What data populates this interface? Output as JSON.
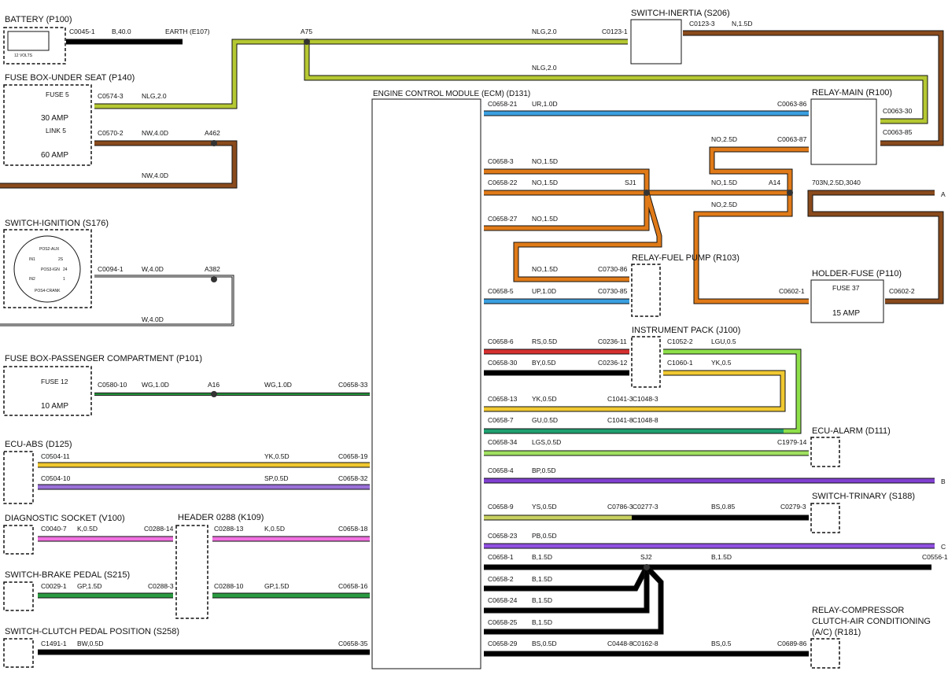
{
  "components": {
    "battery": {
      "title": "BATTERY (P100)",
      "note": "12 VOLTS"
    },
    "fusebox_under_seat": {
      "title": "FUSE BOX-UNDER SEAT (P140)",
      "fuse1_name": "FUSE 5",
      "fuse1_amp": "30 AMP",
      "fuse2_name": "LINK 5",
      "fuse2_amp": "60 AMP"
    },
    "switch_ignition": {
      "title": "SWITCH-IGNITION (S176)",
      "pos_aux": "POS2-AUX",
      "pos_ign": "POS3-IGN",
      "pos_crank": "POS4-CRANK",
      "p_in1": "IN1",
      "p_in2": "IN2",
      "p_25": "2S",
      "p_24": "24",
      "p_1": "1"
    },
    "fusebox_passenger": {
      "title": "FUSE BOX-PASSENGER COMPARTMENT (P101)",
      "fuse_name": "FUSE 12",
      "fuse_amp": "10 AMP"
    },
    "ecu_abs": {
      "title": "ECU-ABS (D125)"
    },
    "diag_socket": {
      "title": "DIAGNOSTIC SOCKET (V100)"
    },
    "header_0288": {
      "title": "HEADER 0288 (K109)"
    },
    "switch_brake": {
      "title": "SWITCH-BRAKE PEDAL (S215)"
    },
    "switch_clutch": {
      "title": "SWITCH-CLUTCH PEDAL POSITION (S258)"
    },
    "ecm": {
      "title": "ENGINE CONTROL MODULE (ECM) (D131)"
    },
    "switch_inertia": {
      "title": "SWITCH-INERTIA (S206)"
    },
    "relay_main": {
      "title": "RELAY-MAIN (R100)"
    },
    "relay_fuel_pump": {
      "title": "RELAY-FUEL PUMP (R103)"
    },
    "holder_fuse": {
      "title": "HOLDER-FUSE (P110)",
      "fuse_name": "FUSE 37",
      "fuse_amp": "15 AMP"
    },
    "instrument_pack": {
      "title": "INSTRUMENT PACK (J100)"
    },
    "ecu_alarm": {
      "title": "ECU-ALARM (D111)"
    },
    "switch_trinary": {
      "title": "SWITCH-TRINARY (S188)"
    },
    "relay_compressor": {
      "title1": "RELAY-COMPRESSOR",
      "title2": "CLUTCH-AIR CONDITIONING",
      "title3": "(A/C) (R181)"
    }
  },
  "labels": [
    {
      "id": "l1",
      "text": "C0045-1"
    },
    {
      "id": "l2",
      "text": "B,40.0"
    },
    {
      "id": "l3",
      "text": "EARTH (E107)"
    },
    {
      "id": "l4",
      "text": "A75"
    },
    {
      "id": "l5",
      "text": "NLG,2.0"
    },
    {
      "id": "l6",
      "text": "C0123-1"
    },
    {
      "id": "l7",
      "text": "C0123-3"
    },
    {
      "id": "l8",
      "text": "N,1.5D"
    },
    {
      "id": "l9",
      "text": "NLG,2.0"
    },
    {
      "id": "l10",
      "text": "C0574-3"
    },
    {
      "id": "l11",
      "text": "NLG,2.0"
    },
    {
      "id": "l12",
      "text": "C0570-2"
    },
    {
      "id": "l13",
      "text": "NW,4.0D"
    },
    {
      "id": "l14",
      "text": "A462"
    },
    {
      "id": "l15",
      "text": "NW,4.0D"
    },
    {
      "id": "l16",
      "text": "C0094-1"
    },
    {
      "id": "l17",
      "text": "W,4.0D"
    },
    {
      "id": "l18",
      "text": "A382"
    },
    {
      "id": "l19",
      "text": "W,4.0D"
    },
    {
      "id": "l20",
      "text": "C0580-10"
    },
    {
      "id": "l21",
      "text": "WG,1.0D"
    },
    {
      "id": "l22",
      "text": "A16"
    },
    {
      "id": "l23",
      "text": "WG,1.0D"
    },
    {
      "id": "l24",
      "text": "C0658-33"
    },
    {
      "id": "l25",
      "text": "C0504-11"
    },
    {
      "id": "l26",
      "text": "YK,0.5D"
    },
    {
      "id": "l27",
      "text": "C0658-19"
    },
    {
      "id": "l28",
      "text": "C0504-10"
    },
    {
      "id": "l29",
      "text": "SP,0.5D"
    },
    {
      "id": "l30",
      "text": "C0658-32"
    },
    {
      "id": "l31",
      "text": "C0040-7"
    },
    {
      "id": "l32",
      "text": "K,0.5D"
    },
    {
      "id": "l33",
      "text": "C0288-14"
    },
    {
      "id": "l34",
      "text": "C0288-13"
    },
    {
      "id": "l35",
      "text": "K,0.5D"
    },
    {
      "id": "l36",
      "text": "C0658-18"
    },
    {
      "id": "l37",
      "text": "C0029-1"
    },
    {
      "id": "l38",
      "text": "GP,1.5D"
    },
    {
      "id": "l39",
      "text": "C0288-3"
    },
    {
      "id": "l40",
      "text": "C0288-10"
    },
    {
      "id": "l41",
      "text": "GP,1.5D"
    },
    {
      "id": "l42",
      "text": "C0658-16"
    },
    {
      "id": "l43",
      "text": "C1491-1"
    },
    {
      "id": "l44",
      "text": "BW,0.5D"
    },
    {
      "id": "l45",
      "text": "C0658-35"
    },
    {
      "id": "l46",
      "text": "C0658-21"
    },
    {
      "id": "l47",
      "text": "UR,1.0D"
    },
    {
      "id": "l48",
      "text": "C0063-86"
    },
    {
      "id": "l49",
      "text": "C0063-30"
    },
    {
      "id": "l50",
      "text": "C0063-85"
    },
    {
      "id": "l51",
      "text": "NO,2.5D"
    },
    {
      "id": "l52",
      "text": "C0063-87"
    },
    {
      "id": "l53",
      "text": "C0658-3"
    },
    {
      "id": "l54",
      "text": "NO,1.5D"
    },
    {
      "id": "l55",
      "text": "C0658-22"
    },
    {
      "id": "l56",
      "text": "NO,1.5D"
    },
    {
      "id": "l57",
      "text": "SJ1"
    },
    {
      "id": "l58",
      "text": "NO,1.5D"
    },
    {
      "id": "l59",
      "text": "A14"
    },
    {
      "id": "l60",
      "text": "703N,2.5D,3040"
    },
    {
      "id": "l61",
      "text": "NO,2.5D"
    },
    {
      "id": "l62",
      "text": "C0658-27"
    },
    {
      "id": "l63",
      "text": "NO,1.5D"
    },
    {
      "id": "l64",
      "text": "NO,1.5D"
    },
    {
      "id": "l65",
      "text": "C0730-86"
    },
    {
      "id": "l66",
      "text": "C0658-5"
    },
    {
      "id": "l67",
      "text": "UP,1.0D"
    },
    {
      "id": "l68",
      "text": "C0730-85"
    },
    {
      "id": "l69",
      "text": "C0602-1"
    },
    {
      "id": "l70",
      "text": "C0602-2"
    },
    {
      "id": "l71",
      "text": "C0658-6"
    },
    {
      "id": "l72",
      "text": "RS,0.5D"
    },
    {
      "id": "l73",
      "text": "C0236-11"
    },
    {
      "id": "l74",
      "text": "C1052-2"
    },
    {
      "id": "l75",
      "text": "LGU,0.5"
    },
    {
      "id": "l76",
      "text": "C0658-30"
    },
    {
      "id": "l77",
      "text": "BY,0.5D"
    },
    {
      "id": "l78",
      "text": "C0236-12"
    },
    {
      "id": "l79",
      "text": "C1060-1"
    },
    {
      "id": "l80",
      "text": "YK,0.5"
    },
    {
      "id": "l81",
      "text": "C0658-13"
    },
    {
      "id": "l82",
      "text": "YK,0.5D"
    },
    {
      "id": "l83",
      "text": "C1041-3"
    },
    {
      "id": "l84",
      "text": "C1048-3"
    },
    {
      "id": "l85",
      "text": "C0658-7"
    },
    {
      "id": "l86",
      "text": "GU,0.5D"
    },
    {
      "id": "l87",
      "text": "C1041-8"
    },
    {
      "id": "l88",
      "text": "C1048-8"
    },
    {
      "id": "l89",
      "text": "C0658-34"
    },
    {
      "id": "l90",
      "text": "LGS,0.5D"
    },
    {
      "id": "l91",
      "text": "C1979-14"
    },
    {
      "id": "l92",
      "text": "C0658-4"
    },
    {
      "id": "l93",
      "text": "BP,0.5D"
    },
    {
      "id": "l94",
      "text": "C0658-9"
    },
    {
      "id": "l95",
      "text": "YS,0.5D"
    },
    {
      "id": "l96",
      "text": "C0786-3"
    },
    {
      "id": "l97",
      "text": "C0277-3"
    },
    {
      "id": "l98",
      "text": "BS,0.85"
    },
    {
      "id": "l99",
      "text": "C0279-3"
    },
    {
      "id": "l100",
      "text": "C0658-23"
    },
    {
      "id": "l101",
      "text": "PB,0.5D"
    },
    {
      "id": "l102",
      "text": "C0658-1"
    },
    {
      "id": "l103",
      "text": "B,1.5D"
    },
    {
      "id": "l104",
      "text": "SJ2"
    },
    {
      "id": "l105",
      "text": "B,1.5D"
    },
    {
      "id": "l106",
      "text": "C0556-1"
    },
    {
      "id": "l107",
      "text": "C0658-2"
    },
    {
      "id": "l108",
      "text": "B,1.5D"
    },
    {
      "id": "l109",
      "text": "C0658-24"
    },
    {
      "id": "l110",
      "text": "B,1.5D"
    },
    {
      "id": "l111",
      "text": "C0658-25"
    },
    {
      "id": "l112",
      "text": "B,1.5D"
    },
    {
      "id": "l113",
      "text": "C0658-29"
    },
    {
      "id": "l114",
      "text": "BS,0.5D"
    },
    {
      "id": "l115",
      "text": "C0448-8"
    },
    {
      "id": "l116",
      "text": "C0162-8"
    },
    {
      "id": "l117",
      "text": "BS,0.5"
    },
    {
      "id": "l118",
      "text": "C0689-86"
    },
    {
      "id": "l119",
      "text": "A"
    },
    {
      "id": "l120",
      "text": "B"
    },
    {
      "id": "l121",
      "text": "C"
    }
  ],
  "colors": {
    "NLG": "#b5c832",
    "N": "#8a4a1c",
    "NW": "#8a4a1c",
    "NO": "#e07a18",
    "UR": "#3aa0e0",
    "UP": "#3aa0e0",
    "RS": "#d63030",
    "LGU": "#8ee04a",
    "YK": "#f0c830",
    "GU": "#20a070",
    "LGS": "#a0e060",
    "BP": "#8040d0",
    "YS": "#c8d060",
    "PB": "#9050e0",
    "K": "#f070e0",
    "GP": "#2a9a40",
    "WG": "#2a9a40",
    "SP": "#9a70d8",
    "B": "#000000",
    "W": "#ffffff"
  }
}
